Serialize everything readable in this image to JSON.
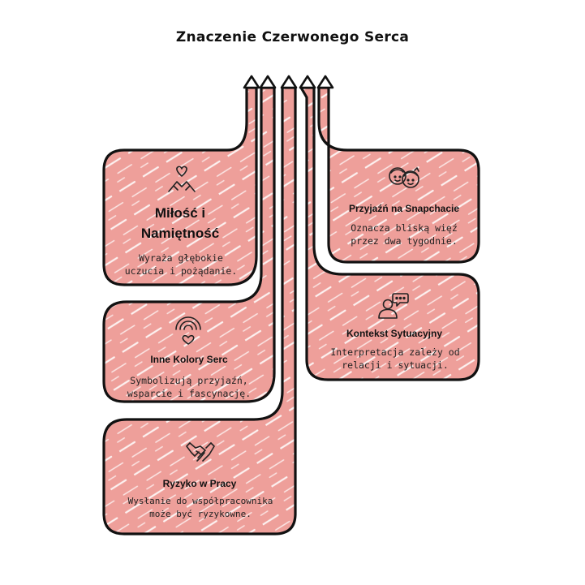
{
  "title": "Znaczenie Czerwonego Serca",
  "colors": {
    "card_fill": "#ee9f9a",
    "outline": "#111111",
    "hatch": "#ffffff"
  },
  "cards": [
    {
      "id": "love",
      "icon": "heart-hands-icon",
      "heading_line1": "Miłość i",
      "heading_line2": "Namiętność",
      "description_line1": "Wyraża głębokie",
      "description_line2": "uczucia i pożądanie."
    },
    {
      "id": "other-colors",
      "icon": "rainbow-heart-icon",
      "heading": "Inne Kolory Serc",
      "description_line1": "Symbolizują przyjaźń,",
      "description_line2": "wsparcie i fascynację."
    },
    {
      "id": "work-risk",
      "icon": "handshake-icon",
      "heading": "Ryzyko w Pracy",
      "description_line1": "Wysłanie do współpracownika",
      "description_line2": "może być ryzykowne."
    },
    {
      "id": "snapchat",
      "icon": "friends-faces-icon",
      "heading": "Przyjaźń na Snapchacie",
      "description_line1": "Oznacza bliską więź",
      "description_line2": "przez dwa tygodnie."
    },
    {
      "id": "context",
      "icon": "person-speech-icon",
      "heading": "Kontekst Sytuacyjny",
      "description_line1": "Interpretacja zależy od",
      "description_line2": "relacji i sytuacji."
    }
  ]
}
